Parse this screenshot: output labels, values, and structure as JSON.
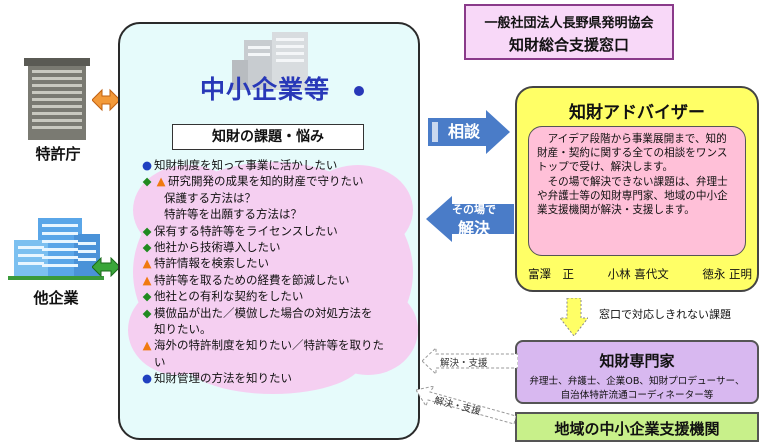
{
  "org": {
    "line1": "一般社団法人長野県発明協会",
    "line2": "知財総合支援窓口"
  },
  "left": {
    "patent_office": "特許庁",
    "other_company": "他企業"
  },
  "sme": {
    "title": "中小企業等",
    "subtitle": "知財の課題・悩み",
    "items": [
      {
        "marks": [
          "circle"
        ],
        "text": "知財制度を知って事業に活かしたい"
      },
      {
        "marks": [
          "diamond",
          "triangle"
        ],
        "text": "研究開発の成果を知的財産で守りたい"
      },
      {
        "marks": [],
        "text": "保護する方法は？"
      },
      {
        "marks": [],
        "text": "特許等を出願する方法は？"
      },
      {
        "marks": [
          "diamond"
        ],
        "text": "保有する特許等をライセンスしたい"
      },
      {
        "marks": [
          "diamond"
        ],
        "text": "他社から技術導入したい"
      },
      {
        "marks": [
          "triangle"
        ],
        "text": "特許情報を検索したい"
      },
      {
        "marks": [
          "triangle"
        ],
        "text": "特許等を取るための経費を節減したい"
      },
      {
        "marks": [
          "diamond"
        ],
        "text": "他社との有利な契約をしたい"
      },
      {
        "marks": [
          "diamond"
        ],
        "text": "模倣品が出た／模倣した場合の対処方法を"
      },
      {
        "marks": [],
        "text": "知りたい。"
      },
      {
        "marks": [
          "triangle"
        ],
        "text": "海外の特許制度を知りたい／特許等を取りた"
      },
      {
        "marks": [],
        "text": "い"
      },
      {
        "marks": [
          "circle"
        ],
        "text": "知財管理の方法を知りたい"
      }
    ]
  },
  "arrows": {
    "consult": "相談",
    "resolve_line1": "その場で",
    "resolve_line2": "解決",
    "cannot_handle": "窓口で対応しきれない課題",
    "resolve_support1": "解決・支援",
    "resolve_support2": "解決・支援"
  },
  "advisor": {
    "title": "知財アドバイザー",
    "body": "アイデア段階から事業展開まで、知的財産・契約に関する全ての相談をワンストップで受け、解決します。その場で解決できない課題は、弁理士や弁護士等の知財専門家、地域の中小企業支援機関が解決・支援します。",
    "para1": "アイデア段階から事業展開まで、知的財産・契約に関する全ての相談をワンストップで受け、解決します。",
    "para2": "その場で解決できない課題は、弁理士や弁護士等の知財専門家、地域の中小企業支援機関が解決・支援します。",
    "names": [
      "富澤　正",
      "小林 喜代文",
      "徳永 正明"
    ]
  },
  "expert": {
    "title": "知財専門家",
    "desc1": "弁理士、弁護士、企業OB、知財プロデューサー、",
    "desc2": "自治体特許流通コーディネーター等"
  },
  "regional": {
    "title": "地域の中小企業支援機関"
  },
  "colors": {
    "sme_bg": "#e6fbfb",
    "advisor_bg": "#ffff66",
    "advisor_inner": "#ffc0d8",
    "expert_bg": "#d8b8f0",
    "regional_bg": "#c8f08a",
    "org_bg": "#f8d8f8",
    "arrow_blue": "#4a7cc8"
  }
}
